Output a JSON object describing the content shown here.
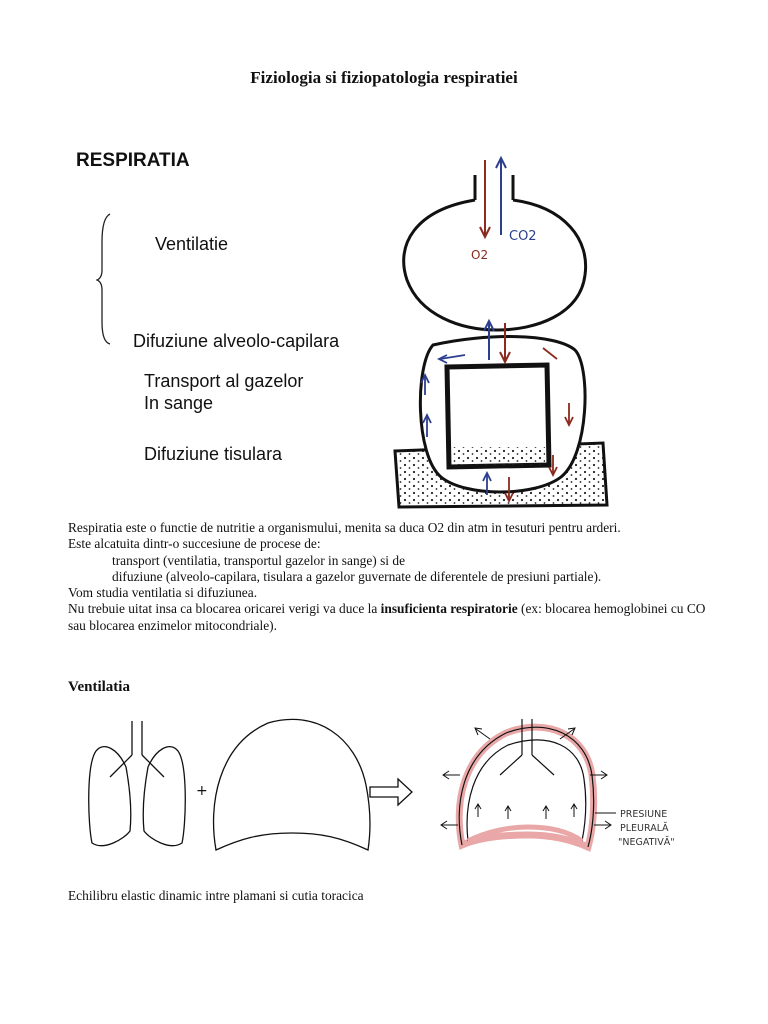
{
  "document": {
    "title": "Fiziologia si fiziopatologia respiratiei"
  },
  "respiratia": {
    "heading": "RESPIRATIA",
    "steps": {
      "ventilatie": "Ventilatie",
      "difuziune_ac": "Difuziune alveolo-capilara",
      "transport_line1": "Transport al gazelor",
      "transport_line2": "In sange",
      "difuziune_tisulara": "Difuziune tisulara"
    },
    "diagram": {
      "o2_label": "O2",
      "co2_label": "CO2",
      "colors": {
        "o2_arrow": "#8b2a1e",
        "co2_arrow": "#2c3f8f",
        "outline": "#111111"
      }
    }
  },
  "paragraphs": {
    "p1": "Respiratia este o functie de nutritie a organismului, menita sa duca O2 din atm in tesuturi pentru arderi.",
    "p2": "Este alcatuita dintr-o succesiune de procese de:",
    "p3": "transport (ventilatia, transportul gazelor in sange) si de",
    "p4": "difuziune (alveolo-capilara, tisulara a gazelor guvernate de diferentele de presiuni partiale).",
    "p5": "Vom studia ventilatia si difuziunea.",
    "p6_before": "Nu trebuie uitat insa ca blocarea oricarei verigi va duce la ",
    "p6_bold": "insuficienta respiratorie",
    "p6_after": " (ex: blocarea hemoglobinei cu CO sau blocarea enzimelor mitocondriale)."
  },
  "ventilatia": {
    "heading": "Ventilatia",
    "plus_sign": "+",
    "pressure_label_line1": "PRESIUNE",
    "pressure_label_line2": "PLEURALĂ",
    "pressure_label_line3": "\"NEGATIVĂ\"",
    "pleura_color": "#e9a7a7",
    "caption": "Echilibru elastic dinamic intre plamani si cutia toracica"
  }
}
